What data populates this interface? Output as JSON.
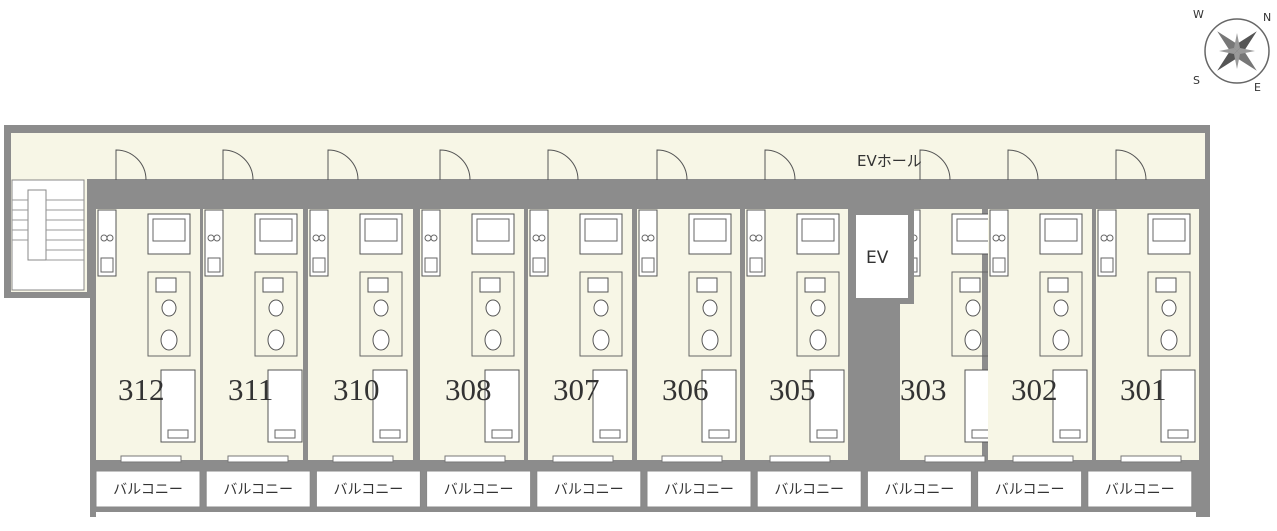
{
  "plan": {
    "ev_hall_label": "EVホール",
    "ev_label": "EV",
    "compass": {
      "n": "N",
      "e": "E",
      "s": "S",
      "w": "W"
    },
    "units": [
      {
        "number": "312"
      },
      {
        "number": "311"
      },
      {
        "number": "310"
      },
      {
        "number": "308"
      },
      {
        "number": "307"
      },
      {
        "number": "306"
      },
      {
        "number": "305"
      },
      {
        "number": "303"
      },
      {
        "number": "302"
      },
      {
        "number": "301"
      }
    ],
    "balconies": [
      "バルコニー",
      "バルコニー",
      "バルコニー",
      "バルコニー",
      "バルコニー",
      "バルコニー",
      "バルコニー",
      "バルコニー",
      "バルコニー",
      "バルコニー"
    ]
  }
}
